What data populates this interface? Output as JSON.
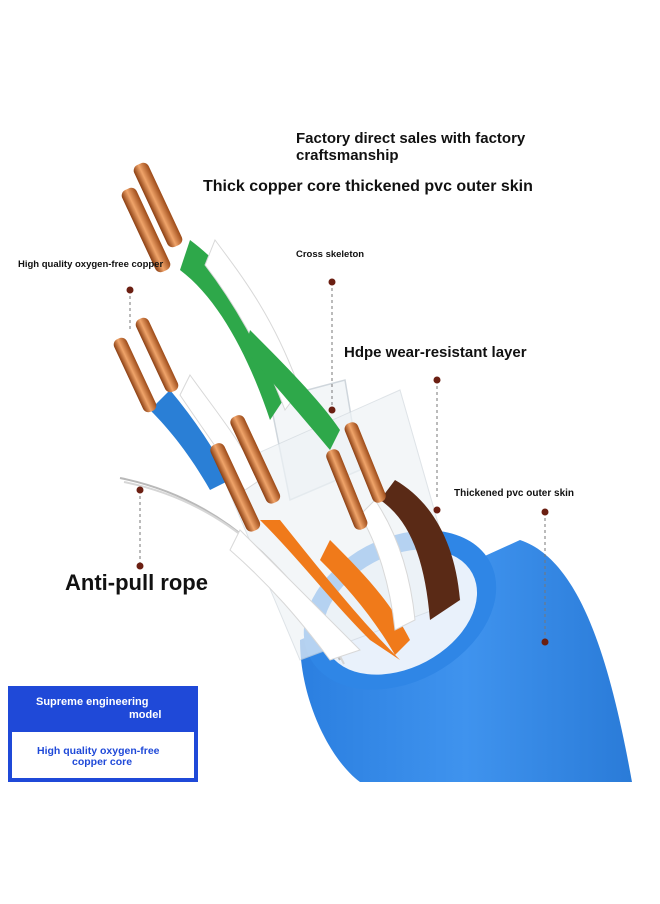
{
  "headline": {
    "line1": "Factory direct sales with factory",
    "line2": "craftsmanship"
  },
  "subheadline": "Thick copper core thickened pvc outer skin",
  "callouts": {
    "copper": "High quality oxygen-free copper",
    "cross": "Cross skeleton",
    "hdpe": "Hdpe wear-resistant layer",
    "pvc": "Thickened pvc outer skin",
    "rope": "Anti-pull rope"
  },
  "badge": {
    "title_line1": "Supreme engineering",
    "title_line2": "model",
    "desc_line1": "High quality oxygen-free",
    "desc_line2": "copper core"
  },
  "colors": {
    "cable_jacket": "#2f86e6",
    "copper": "#c96a2b",
    "pair_green": "#2ea84a",
    "pair_blue": "#2a7fd6",
    "pair_orange": "#f07a1a",
    "pair_brown": "#5a2a16",
    "badge_blue": "#1f49d8",
    "marker_dot": "#6b1f12"
  }
}
